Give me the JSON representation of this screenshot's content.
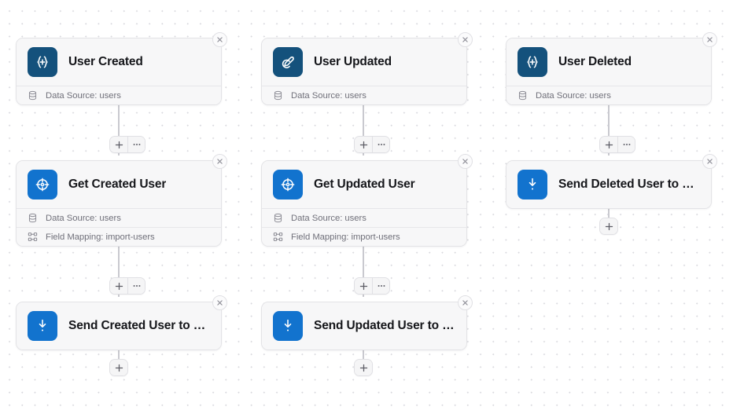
{
  "canvas": {
    "background_color": "#ffffff",
    "grid_dot_color": "#d9d9de"
  },
  "palette": {
    "trigger_icon_bg": "#14517c",
    "action_icon_bg": "#1273ce",
    "card_bg": "#f7f7f8",
    "card_border": "#e3e3e6",
    "title_color": "#15161a",
    "meta_color": "#70707a",
    "connector_color": "#c9c9cf"
  },
  "nodes": [
    {
      "id": "user-created",
      "title": "User Created",
      "icon": "webhook-trigger-icon",
      "icon_style": "navy",
      "rows": [
        {
          "icon": "database-icon",
          "label": "Data Source: users"
        }
      ]
    },
    {
      "id": "user-updated",
      "title": "User Updated",
      "icon": "edit-pencil-icon",
      "icon_style": "navy",
      "rows": [
        {
          "icon": "database-icon",
          "label": "Data Source: users"
        }
      ]
    },
    {
      "id": "user-deleted",
      "title": "User Deleted",
      "icon": "webhook-trigger-icon",
      "icon_style": "navy",
      "rows": [
        {
          "icon": "database-icon",
          "label": "Data Source: users"
        }
      ]
    },
    {
      "id": "get-created-user",
      "title": "Get Created User",
      "icon": "crosshair-target-icon",
      "icon_style": "blue",
      "rows": [
        {
          "icon": "database-icon",
          "label": "Data Source: users"
        },
        {
          "icon": "field-mapping-icon",
          "label": "Field Mapping: import-users"
        }
      ]
    },
    {
      "id": "get-updated-user",
      "title": "Get Updated User",
      "icon": "crosshair-target-icon",
      "icon_style": "blue",
      "rows": [
        {
          "icon": "database-icon",
          "label": "Data Source: users"
        },
        {
          "icon": "field-mapping-icon",
          "label": "Field Mapping: import-users"
        }
      ]
    },
    {
      "id": "send-deleted-user",
      "title": "Send Deleted User to M…",
      "icon": "send-download-icon",
      "icon_style": "blue",
      "rows": []
    },
    {
      "id": "send-created-user",
      "title": "Send Created User to M…",
      "icon": "send-download-icon",
      "icon_style": "blue",
      "rows": []
    },
    {
      "id": "send-updated-user",
      "title": "Send Updated User to M…",
      "icon": "send-download-icon",
      "icon_style": "blue",
      "rows": []
    }
  ],
  "controls": {
    "add_label": "add-step",
    "more_label": "more-options"
  }
}
